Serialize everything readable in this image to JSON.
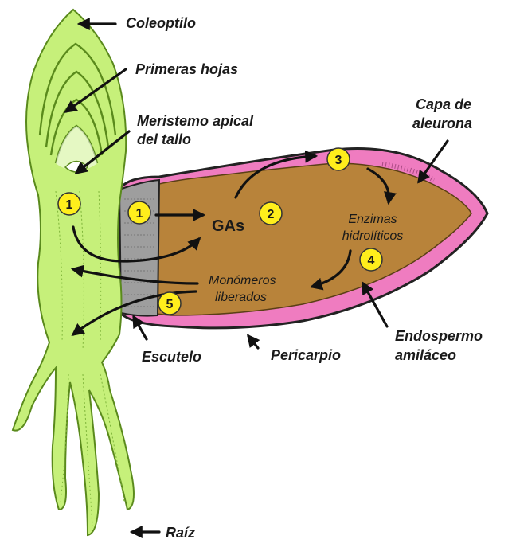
{
  "colors": {
    "plant": "#c6f07a",
    "plant_line": "#5a8a1c",
    "endosperm": "#b8833a",
    "aleurone": "#ef7cc0",
    "scutellum": "#9a9a9a",
    "badge": "#ffee1c"
  },
  "labels": {
    "coleoptile": "Coleoptilo",
    "first_leaves": "Primeras hojas",
    "apical_meristem_line1": "Meristemo apical",
    "apical_meristem_line2": "del tallo",
    "aleurone_line1": "Capa de",
    "aleurone_line2": "aleurona",
    "endosperm_line1": "Endospermo",
    "endosperm_line2": "amiláceo",
    "scutellum": "Escutelo",
    "pericarp": "Pericarpio",
    "root": "Raíz"
  },
  "inner_labels": {
    "gas": "GAs",
    "enzymes_line1": "Enzimas",
    "enzymes_line2": "hidrolíticos",
    "monomers_line1": "Monómeros",
    "monomers_line2": "liberados"
  },
  "steps": {
    "step1_embryo": "1",
    "step1_scutellum": "1",
    "step2": "2",
    "step3": "3",
    "step4": "4",
    "step5": "5"
  }
}
